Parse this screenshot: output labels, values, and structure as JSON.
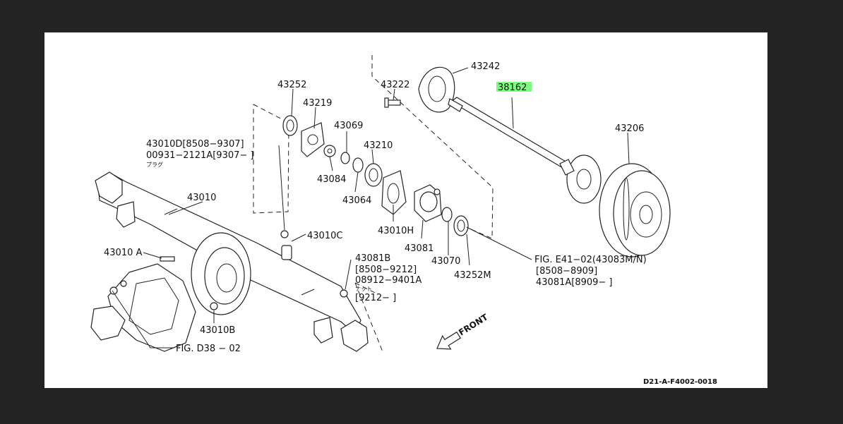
{
  "diagram": {
    "highlight_color": "#7CFC7C",
    "callouts": {
      "p43252": "43252",
      "p43219": "43219",
      "p43222": "43222",
      "p43242": "43242",
      "p38162": "38162",
      "p43206": "43206",
      "p43069": "43069",
      "p43210": "43210",
      "p43084": "43084",
      "p43064": "43064",
      "p43010h": "43010H",
      "p43081": "43081",
      "p43070": "43070",
      "p43252m": "43252M",
      "p43010": "43010",
      "p43010a": "43010 A",
      "p43010b": "43010B",
      "p43010c": "43010C",
      "fig_d38": "FIG. D38 − 02"
    },
    "notes": {
      "n43010d_1": "43010D[8508−9307]",
      "n43010d_2": "00931−2121A[9307−     ]",
      "n43010d_3": "プラグ",
      "n43081b_1": "43081B",
      "n43081b_2": "[8508−9212]",
      "n43081b_3": "08912−9401A",
      "n43081b_4": "ナット",
      "n43081b_5": "[9212−      ]",
      "fig_e41_1": "FIG. E41−02(43083M/N)",
      "fig_e41_2": "[8508−8909]",
      "fig_e41_3": "43081A[8909−      ]"
    },
    "front_label": "FRONT",
    "drawing_code": "D21-A-F4002-0018"
  }
}
